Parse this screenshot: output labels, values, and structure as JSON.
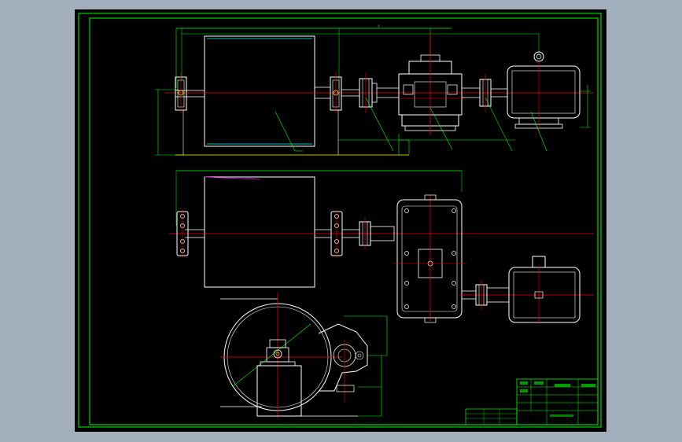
{
  "viewport": {
    "name": "cad-model-space",
    "background": "#000000",
    "frame_color": "#00ff00",
    "outer_background": "#a4afbd"
  },
  "drawing": {
    "views": [
      {
        "name": "front-elevation",
        "components": [
          "drum",
          "left-bearing-block",
          "right-bearing-block",
          "coupling",
          "reducer",
          "motor-coupling",
          "motor"
        ]
      },
      {
        "name": "plan-view",
        "components": [
          "drum",
          "bearing-block",
          "bearing-block",
          "coupling",
          "reducer",
          "motor-coupling",
          "motor"
        ]
      },
      {
        "name": "side-view",
        "components": [
          "drum-end",
          "bearing-seat",
          "support-frame",
          "gear-housing"
        ]
      }
    ],
    "colors": {
      "outline": "#ffffff",
      "centerline": "#ff0000",
      "dimension": "#00ff00",
      "leader": "#00ff00",
      "highlight": "#00ffff",
      "accent": "#ff00ff",
      "marker": "#ffff00"
    }
  },
  "title_block": {
    "label": "title-block"
  }
}
